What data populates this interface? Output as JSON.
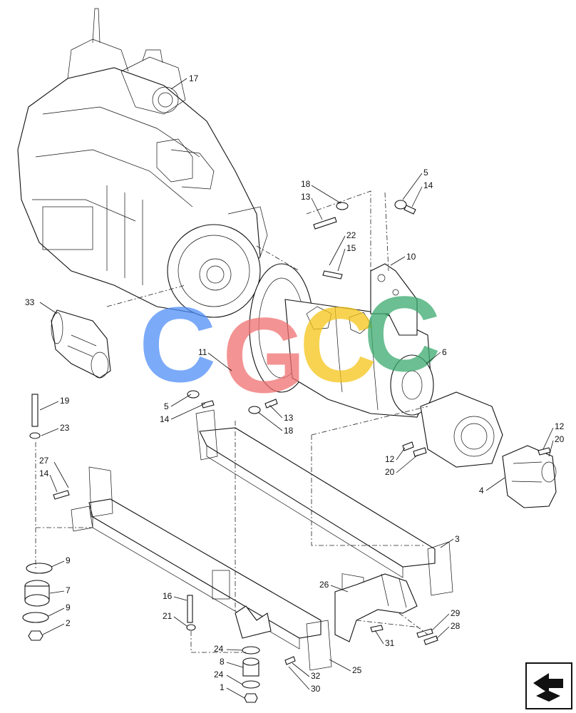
{
  "callouts": [
    {
      "id": "c17",
      "label": "17"
    },
    {
      "id": "c18a",
      "label": "18"
    },
    {
      "id": "c13a",
      "label": "13"
    },
    {
      "id": "c5a",
      "label": "5"
    },
    {
      "id": "c14a",
      "label": "14"
    },
    {
      "id": "c22",
      "label": "22"
    },
    {
      "id": "c15",
      "label": "15"
    },
    {
      "id": "c10",
      "label": "10"
    },
    {
      "id": "c33",
      "label": "33"
    },
    {
      "id": "c11",
      "label": "11"
    },
    {
      "id": "c6",
      "label": "6"
    },
    {
      "id": "c5b",
      "label": "5"
    },
    {
      "id": "c14b",
      "label": "14"
    },
    {
      "id": "c13b",
      "label": "13"
    },
    {
      "id": "c18b",
      "label": "18"
    },
    {
      "id": "c19",
      "label": "19"
    },
    {
      "id": "c23",
      "label": "23"
    },
    {
      "id": "c27",
      "label": "27"
    },
    {
      "id": "c14c",
      "label": "14"
    },
    {
      "id": "c12a",
      "label": "12"
    },
    {
      "id": "c20a",
      "label": "20"
    },
    {
      "id": "c12b",
      "label": "12"
    },
    {
      "id": "c20b",
      "label": "20"
    },
    {
      "id": "c4",
      "label": "4"
    },
    {
      "id": "c3",
      "label": "3"
    },
    {
      "id": "c9a",
      "label": "9"
    },
    {
      "id": "c7",
      "label": "7"
    },
    {
      "id": "c9b",
      "label": "9"
    },
    {
      "id": "c2",
      "label": "2"
    },
    {
      "id": "c16",
      "label": "16"
    },
    {
      "id": "c21",
      "label": "21"
    },
    {
      "id": "c26",
      "label": "26"
    },
    {
      "id": "c29",
      "label": "29"
    },
    {
      "id": "c28",
      "label": "28"
    },
    {
      "id": "c31",
      "label": "31"
    },
    {
      "id": "c24a",
      "label": "24"
    },
    {
      "id": "c8",
      "label": "8"
    },
    {
      "id": "c24b",
      "label": "24"
    },
    {
      "id": "c1",
      "label": "1"
    },
    {
      "id": "c32",
      "label": "32"
    },
    {
      "id": "c30",
      "label": "30"
    },
    {
      "id": "c25",
      "label": "25"
    }
  ],
  "watermark": {
    "letters": [
      {
        "char": "C",
        "color": "#4f8ef7"
      },
      {
        "char": "G",
        "color": "#f07070"
      },
      {
        "char": "C",
        "color": "#f5c518"
      },
      {
        "char": "C",
        "color": "#3aaa6e"
      }
    ]
  },
  "icons": {
    "nav_arrow": "next-page-arrow-icon"
  }
}
